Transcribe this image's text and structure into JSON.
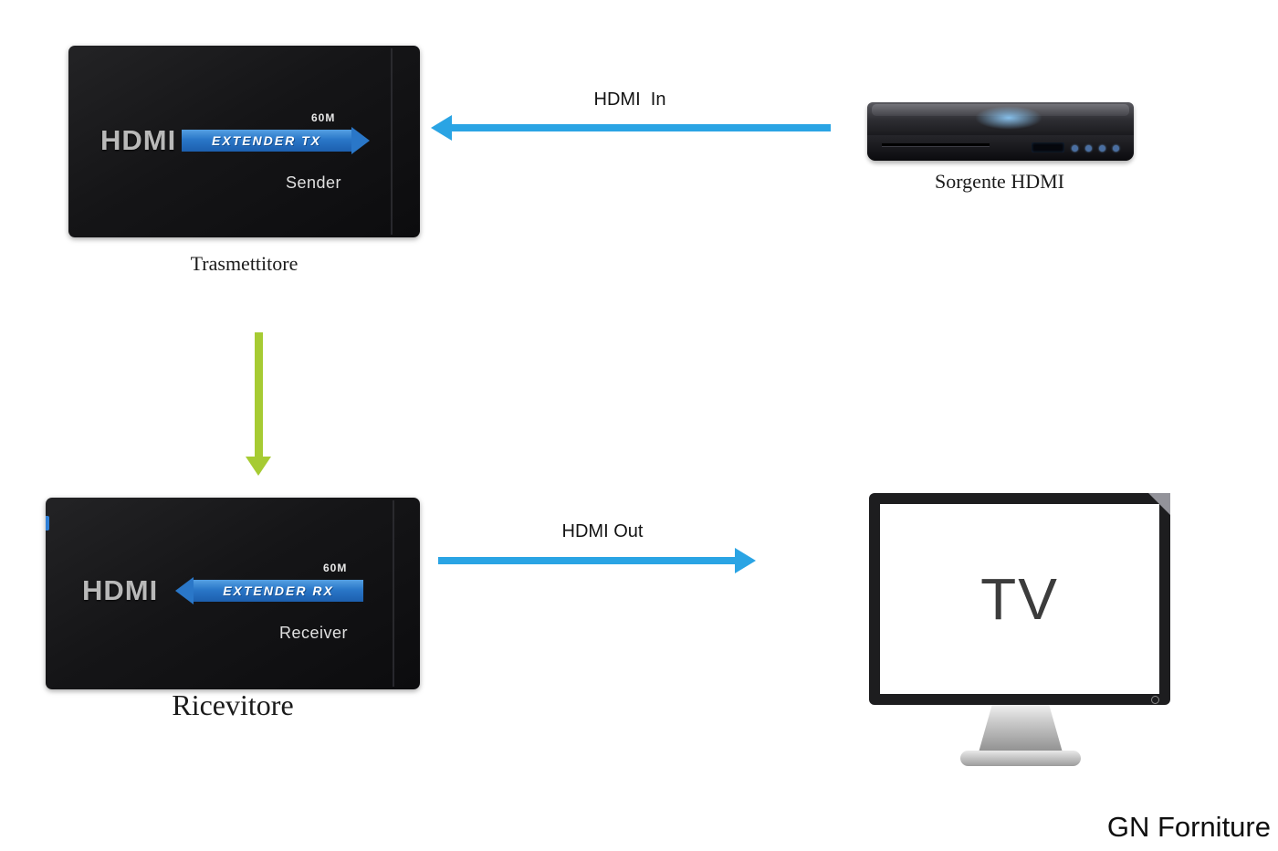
{
  "canvas": {
    "background": "#ffffff"
  },
  "transmitter": {
    "brand": "HDMI",
    "band_label": "EXTENDER TX",
    "distance": "60M",
    "role": "Sender",
    "caption": "Trasmettitore"
  },
  "receiver": {
    "brand": "HDMI",
    "band_label": "EXTENDER RX",
    "distance": "60M",
    "role": "Receiver",
    "caption": "Ricevitore"
  },
  "source_device": {
    "caption": "Sorgente HDMI"
  },
  "tv": {
    "label": "TV"
  },
  "connections": {
    "hdmi_in_label": "HDMI  In",
    "hdmi_out_label": "HDMI Out"
  },
  "branding": {
    "watermark": "GN Forniture"
  },
  "colors": {
    "arrow_blue": "#2aa4e4",
    "arrow_green": "#a6cb33",
    "band_blue": "#2a77c8",
    "device_black": "#141416"
  }
}
